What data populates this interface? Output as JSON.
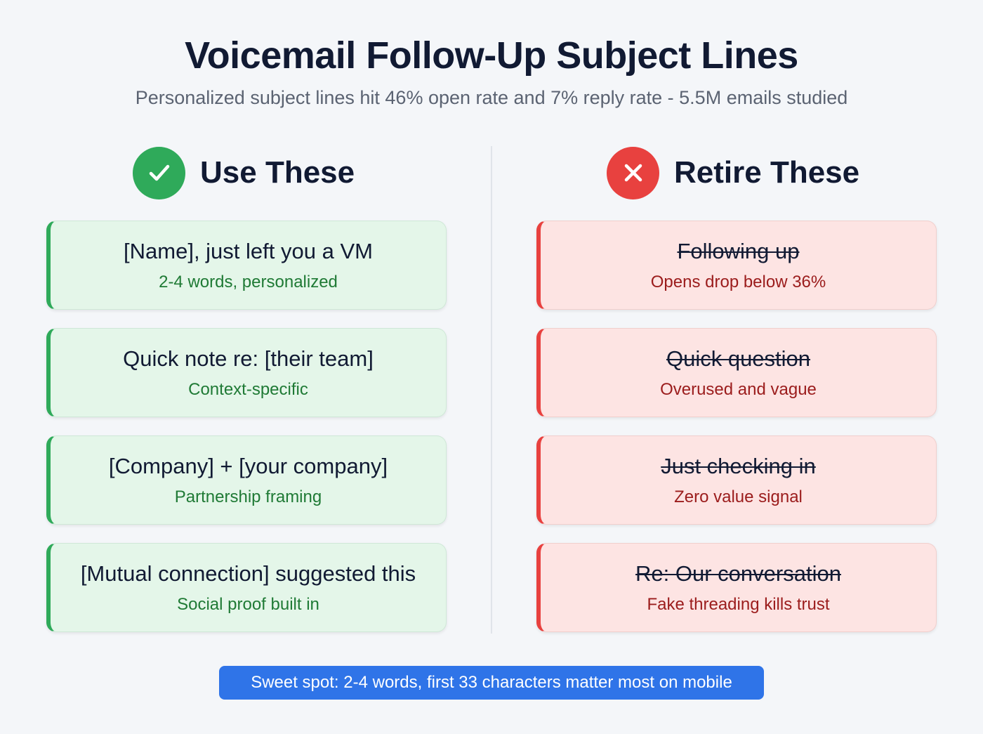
{
  "header": {
    "title": "Voicemail Follow-Up Subject Lines",
    "subtitle": "Personalized subject lines hit 46% open rate and 7% reply rate - 5.5M emails studied"
  },
  "columns": {
    "use": {
      "icon": "check-icon",
      "label": "Use These",
      "color": "#2faa5a",
      "items": [
        {
          "subject": "[Name], just left you a VM",
          "note": "2-4 words, personalized"
        },
        {
          "subject": "Quick note re: [their team]",
          "note": "Context-specific"
        },
        {
          "subject": "[Company] + [your company]",
          "note": "Partnership framing"
        },
        {
          "subject": "[Mutual connection] suggested this",
          "note": "Social proof built in"
        }
      ]
    },
    "retire": {
      "icon": "x-icon",
      "label": "Retire These",
      "color": "#e8413f",
      "items": [
        {
          "subject": "Following up",
          "note": "Opens drop below 36%"
        },
        {
          "subject": "Quick question",
          "note": "Overused and vague"
        },
        {
          "subject": "Just checking in",
          "note": "Zero value signal"
        },
        {
          "subject": "Re: Our conversation",
          "note": "Fake threading kills trust"
        }
      ]
    }
  },
  "footer": {
    "tip": "Sweet spot: 2-4 words, first 33 characters matter most on mobile",
    "color": "#2f74e8"
  }
}
